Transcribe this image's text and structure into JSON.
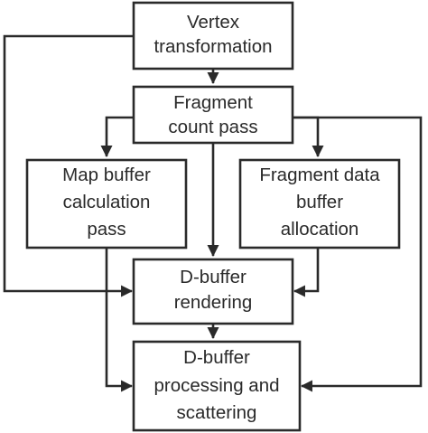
{
  "nodes": {
    "vertex_transformation": {
      "line1": "Vertex",
      "line2": "transformation"
    },
    "fragment_count_pass": {
      "line1": "Fragment",
      "line2": "count pass"
    },
    "map_buffer_calculation_pass": {
      "line1": "Map buffer",
      "line2": "calculation",
      "line3": "pass"
    },
    "fragment_data_buffer_allocation": {
      "line1": "Fragment data",
      "line2": "buffer",
      "line3": "allocation"
    },
    "dbuffer_rendering": {
      "line1": "D-buffer",
      "line2": "rendering"
    },
    "dbuffer_processing_and_scattering": {
      "line1": "D-buffer",
      "line2": "processing and",
      "line3": "scattering"
    }
  },
  "edges": [
    {
      "from": "vertex_transformation",
      "to": "fragment_count_pass"
    },
    {
      "from": "vertex_transformation",
      "to": "dbuffer_rendering"
    },
    {
      "from": "fragment_count_pass",
      "to": "map_buffer_calculation_pass"
    },
    {
      "from": "fragment_count_pass",
      "to": "fragment_data_buffer_allocation"
    },
    {
      "from": "fragment_count_pass",
      "to": "dbuffer_rendering"
    },
    {
      "from": "fragment_count_pass",
      "to": "dbuffer_processing_and_scattering"
    },
    {
      "from": "map_buffer_calculation_pass",
      "to": "dbuffer_processing_and_scattering"
    },
    {
      "from": "fragment_data_buffer_allocation",
      "to": "dbuffer_rendering"
    },
    {
      "from": "dbuffer_rendering",
      "to": "dbuffer_processing_and_scattering"
    }
  ]
}
